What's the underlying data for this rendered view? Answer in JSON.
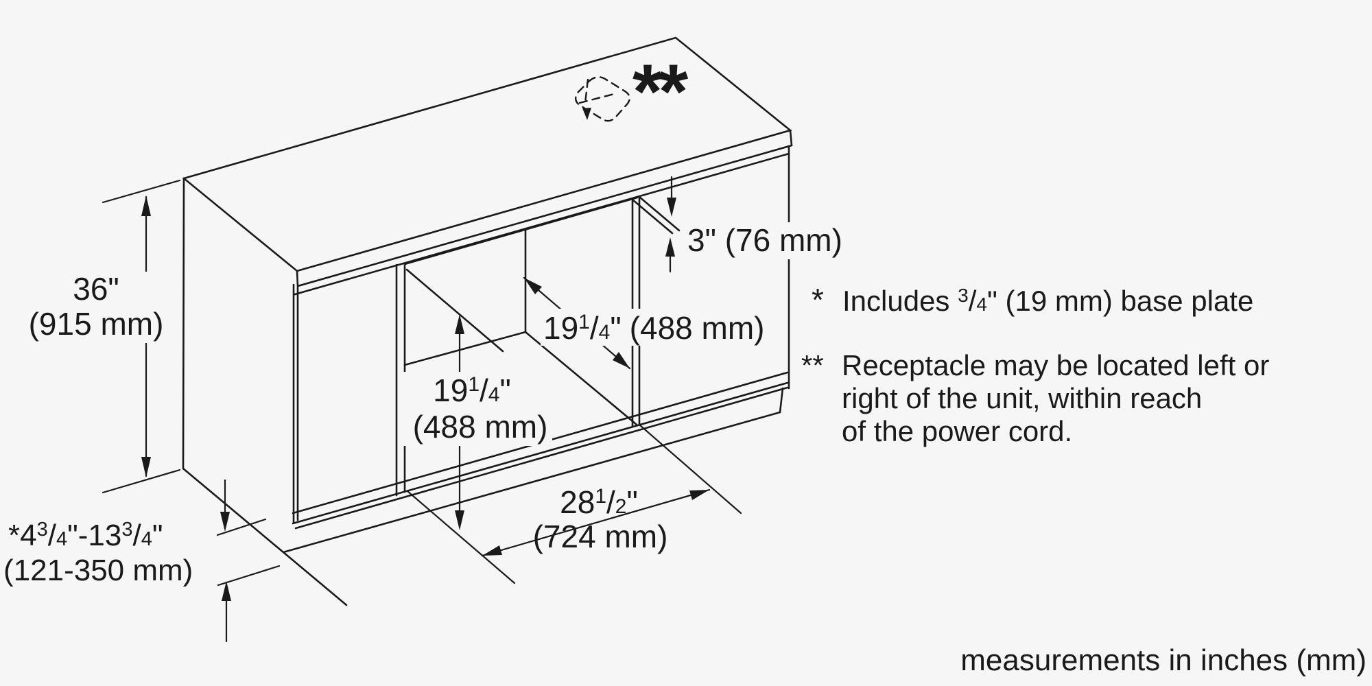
{
  "colors": {
    "background": "#f6f6f6",
    "ink": "#1a1a1a"
  },
  "dimensions": {
    "cabinet_height": {
      "inches": "36\"",
      "metric": "(915 mm)"
    },
    "countertop_gap": {
      "label": "3\" (76 mm)"
    },
    "cutout_height": {
      "whole": "19",
      "numerator": "1",
      "slash": "/",
      "denominator": "4",
      "inch_mark": "\"",
      "metric": "(488 mm)"
    },
    "cutout_depth": {
      "whole": "19",
      "numerator": "1",
      "slash": "/",
      "denominator": "4",
      "inch_mark": "\"",
      "metric": "(488 mm)"
    },
    "cutout_width": {
      "whole": "28",
      "numerator": "1",
      "slash": "/",
      "denominator": "2",
      "inch_mark": "\"",
      "metric": "(724 mm)"
    },
    "toe_kick_height": {
      "prefix": "*4",
      "numerator1": "3",
      "slash1": "/",
      "denominator1": "4",
      "inch1": "\"",
      "middle": "-13",
      "numerator2": "3",
      "slash2": "/",
      "denominator2": "4",
      "inch2": "\"",
      "metric": "(121-350 mm)"
    }
  },
  "annotations": {
    "receptacle_marker": "**",
    "note_base_plate": {
      "marker": "*",
      "prefix": "Includes ",
      "numerator": "3",
      "slash": "/",
      "denominator": "4",
      "suffix": "\" (19 mm) base plate"
    },
    "note_receptacle": {
      "marker": "**",
      "line1": "Receptacle may be located left or",
      "line2": "right of the unit, within reach",
      "line3": "of the power cord."
    },
    "footer": "measurements in inches (mm)"
  }
}
